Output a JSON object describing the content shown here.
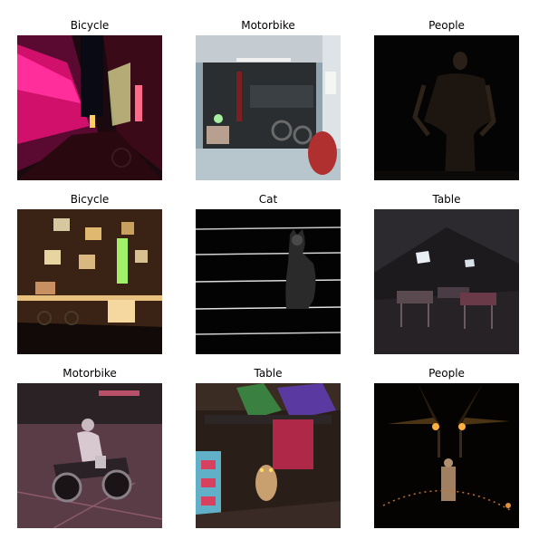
{
  "grid": {
    "cells": [
      {
        "label": "Bicycle"
      },
      {
        "label": "Motorbike"
      },
      {
        "label": "People"
      },
      {
        "label": "Bicycle"
      },
      {
        "label": "Cat"
      },
      {
        "label": "Table"
      },
      {
        "label": "Motorbike"
      },
      {
        "label": "Table"
      },
      {
        "label": "People"
      }
    ]
  }
}
